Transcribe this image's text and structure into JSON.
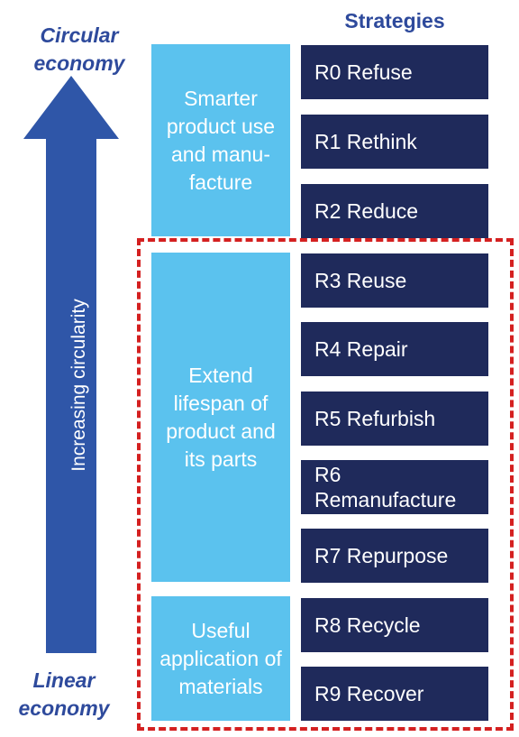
{
  "labels": {
    "circular": "Circular economy",
    "linear": "Linear economy",
    "strategies_header": "Strategies",
    "axis": "Increasing circularity"
  },
  "groups": [
    {
      "label": "Smarter product use and manu-facture"
    },
    {
      "label": "Extend lifespan of product and its parts"
    },
    {
      "label": "Useful application of materials"
    }
  ],
  "strategies": [
    {
      "label": "R0 Refuse"
    },
    {
      "label": "R1 Rethink"
    },
    {
      "label": "R2 Reduce"
    },
    {
      "label": "R3 Reuse"
    },
    {
      "label": "R4 Repair"
    },
    {
      "label": "R5 Refurbish"
    },
    {
      "label": "R6 Remanufacture"
    },
    {
      "label": "R7 Repurpose"
    },
    {
      "label": "R8 Recycle"
    },
    {
      "label": "R9 Recover"
    }
  ],
  "colors": {
    "arrow": "#2f56a8",
    "group_fill": "#5bc2ee",
    "strategy_fill": "#1f2a5b",
    "title_text": "#2e4a9c",
    "highlight_frame": "#d42020"
  }
}
